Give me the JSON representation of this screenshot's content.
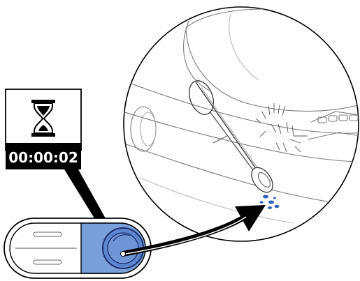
{
  "timer": {
    "icon": "hourglass-icon",
    "elapsed": "00:00:02"
  },
  "switch": {
    "icon": "rocker-switch-icon",
    "active_side": "right",
    "active_color": "#7aa0d9",
    "active_stroke": "#1a2f6b"
  },
  "detail": {
    "icon": "magnified-appliance-detail",
    "spray_color": "#2f5fbf"
  },
  "colors": {
    "ink": "#000000",
    "background": "#ffffff"
  }
}
